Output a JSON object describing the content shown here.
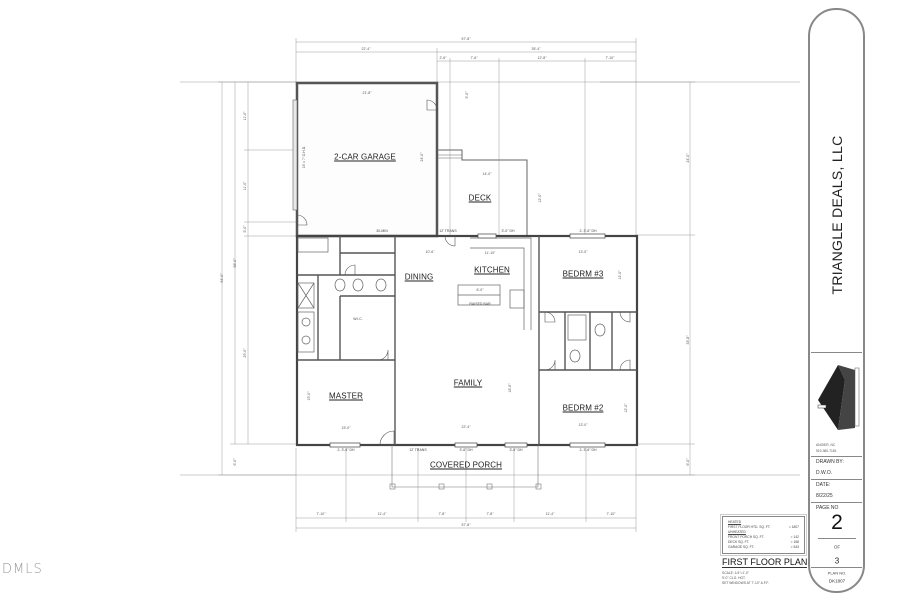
{
  "sheet": {
    "title": "FIRST FLOOR PLAN",
    "scale_note": "SCALE: 1/4\"=1'-0\"",
    "ceiling_note": "9'-0\" CLG. HGT.",
    "window_note": "SET WINDOWS AT 7'-10\" A.F.F."
  },
  "title_block": {
    "company": "TRIANGLE DEALS, LLC",
    "logo": "KADS custom home designs",
    "location": "ANGIER, NC",
    "phone": "919-360-7181",
    "drawn_by_label": "DRAWN BY:",
    "drawn_by": "D.W.O.",
    "date_label": "DATE:",
    "date": "8/22/25",
    "page_no_label": "PAGE NO",
    "page_no": "2",
    "of_label": "OF",
    "page_total": "3",
    "plan_no_label": "PLAN NO.",
    "plan_no": "DK1807"
  },
  "square_footage": {
    "heated_label": "HEATED",
    "heated": [
      {
        "label": "FIRST FLOOR HTD. SQ. FT.",
        "value": "= 1807"
      }
    ],
    "unheated_label": "UNHEATED",
    "unheated": [
      {
        "label": "FRONT PORCH SQ. FT.",
        "value": "= 142"
      },
      {
        "label": "DECK SQ. FT.",
        "value": "= 168"
      },
      {
        "label": "GARAGE SQ. FT.",
        "value": "= 543"
      }
    ]
  },
  "rooms": {
    "garage": "2-CAR GARAGE",
    "deck": "DECK",
    "dining": "DINING",
    "kitchen": "KITCHEN",
    "bedroom3": "BEDRM #3",
    "bedroom2": "BEDRM #2",
    "family": "FAMILY",
    "master": "MASTER",
    "porch": "COVERED PORCH",
    "wic": "W.I.C.",
    "raised_bar": "RAISED BAR"
  },
  "dimensions": {
    "top_overall": "57'-8\"",
    "top_left": "22'-4\"",
    "top_right": "35'-4\"",
    "top_segments": [
      "2'-6\"",
      "7'-6\"",
      "12'-8\"",
      "7'-10\""
    ],
    "garage_width": "21'-8\"",
    "garage_depth": "24'-0\"",
    "garage_door": "16' x 7' O.H.D.",
    "deck_width": "14'-0\"",
    "deck_depth": "12'-0\"",
    "deck_step": "5'-0\"",
    "left_overall": "64'-0\"",
    "left_house": "58'-0\"",
    "left_segments": [
      "11'-0\"",
      "11'-0\"",
      "5'-0\"",
      "29'-0\""
    ],
    "left_porch": "6'-0\"",
    "right_upper": "24'-0\"",
    "right_house": "33'-8\"",
    "right_porch": "6'-0\"",
    "dining_width": "10'-6\"",
    "kitchen_width": "11'-10\"",
    "island": "6'-0\"",
    "family_width": "22'-4\"",
    "family_depth": "18'-6\"",
    "master_width": "15'-0\"",
    "master_depth": "15'-0\"",
    "bed3_width": "13'-0\"",
    "bed3_depth": "12'-0\"",
    "bed2_width": "13'-0\"",
    "bed2_depth": "12'-0\"",
    "bottom_overall": "57'-8\"",
    "bottom_segments": [
      "7'-10\"",
      "11'-4\"",
      "7'-8\"",
      "7'-8\"",
      "11'-4\"",
      "7'-10\""
    ]
  },
  "openings": {
    "master_window": "2- 3'-6\" DH",
    "front_door": "12' TRANS",
    "family_window_1": "3'-6\" DH",
    "family_window_2": "3'-6\" DH",
    "bed2_window": "2- 3'-6\" DH",
    "bed3_window": "2- 3'-6\" DH",
    "rear_door": "12' TRANS",
    "kitchen_window": "3'-0\" DH",
    "laundry": "30-MIN"
  },
  "watermark": "DMLS"
}
